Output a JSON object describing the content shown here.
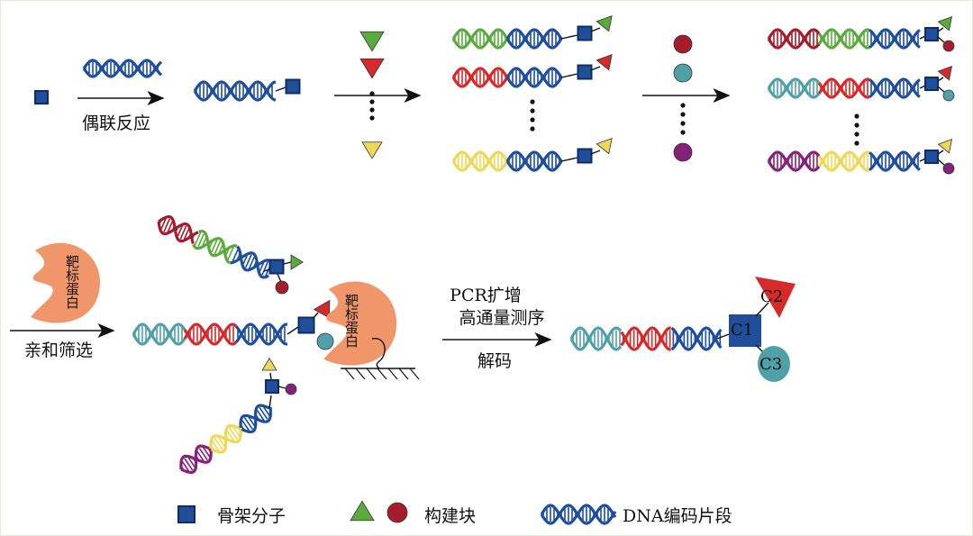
{
  "labels": {
    "coupling": "偶联反应",
    "affinity_screening": "亲和筛选",
    "pcr": "PCR扩增",
    "sequencing": "高通量测序",
    "decoding": "解码",
    "target_protein": "靶标蛋白",
    "c1": "C1",
    "c2": "C2",
    "c3": "C3"
  },
  "legend": [
    {
      "icon": "scaffold-square-icon",
      "label": "骨架分子"
    },
    {
      "icon": "building-block-icons",
      "label": "构建块"
    },
    {
      "icon": "dna-helix-icon",
      "label": "DNA编码片段"
    }
  ],
  "colors": {
    "blue": "#1d4f9e",
    "green": "#5aab3c",
    "red": "#d62a2a",
    "dark_red": "#a51d2d",
    "teal": "#4fa0a8",
    "yellow": "#eed85a",
    "purple": "#86217a",
    "protein": "#f0966a",
    "square": "#1f4e9a",
    "square_border": "#0d2d66"
  }
}
